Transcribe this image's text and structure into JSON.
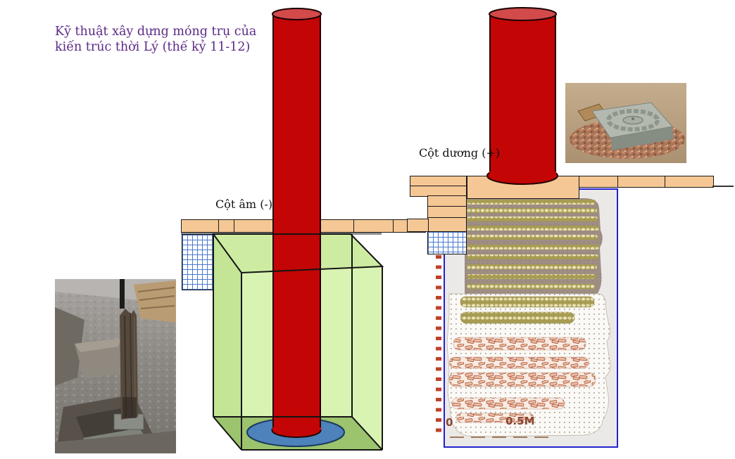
{
  "title": {
    "line1": "Kỹ thuật xây dựng móng trụ của",
    "line2": "kiến trúc thời Lý (thế kỷ 11-12)"
  },
  "labels": {
    "negative_column": "Cột âm (-)",
    "positive_column": "Cột dương (+)"
  },
  "scale_bar": {
    "start": "0",
    "end": "0.5M"
  },
  "colors": {
    "title_purple": "#5b2a86",
    "column_red": "#c30505",
    "column_top_red": "#d24a4a",
    "brick_tan": "#f4c795",
    "box_green_front": "#d9f3b3",
    "box_green_bottom": "#9cc36d",
    "pad_blue": "#4d82bb",
    "grid_blue": "#4a79cc",
    "strata_taupe": "#9e8e84",
    "pebble_olive": "#a79c52",
    "shard_red": "#ad4f38",
    "frame_blue": "#2222cc",
    "scale_text": "#8a4632"
  }
}
